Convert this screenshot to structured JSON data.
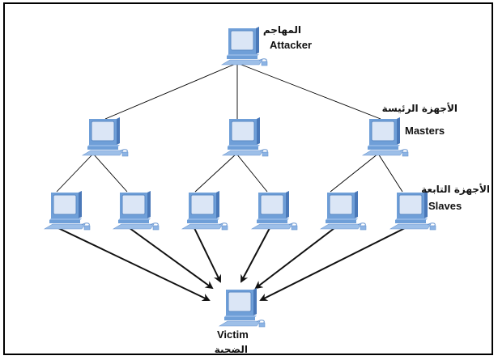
{
  "diagram": {
    "title": "DDoS attack hierarchy",
    "nodes": {
      "attacker": {
        "label_en": "Attacker",
        "label_ar": "المهاجم"
      },
      "masters": {
        "label_en": "Masters",
        "label_ar": "الأجهزة الرئيسة",
        "count": 3
      },
      "slaves": {
        "label_en": "Slaves",
        "label_ar": "الأجهزة التابعة",
        "count": 6
      },
      "victim": {
        "label_en": "Victim",
        "label_ar": "الضحية"
      }
    },
    "edges": [
      {
        "from": "attacker",
        "to": "master-1",
        "style": "line"
      },
      {
        "from": "attacker",
        "to": "master-2",
        "style": "line"
      },
      {
        "from": "attacker",
        "to": "master-3",
        "style": "line"
      },
      {
        "from": "master-1",
        "to": "slave-1",
        "style": "line"
      },
      {
        "from": "master-1",
        "to": "slave-2",
        "style": "line"
      },
      {
        "from": "master-2",
        "to": "slave-3",
        "style": "line"
      },
      {
        "from": "master-2",
        "to": "slave-4",
        "style": "line"
      },
      {
        "from": "master-3",
        "to": "slave-5",
        "style": "line"
      },
      {
        "from": "master-3",
        "to": "slave-6",
        "style": "line"
      },
      {
        "from": "slave-1",
        "to": "victim",
        "style": "arrow"
      },
      {
        "from": "slave-2",
        "to": "victim",
        "style": "arrow"
      },
      {
        "from": "slave-3",
        "to": "victim",
        "style": "arrow"
      },
      {
        "from": "slave-4",
        "to": "victim",
        "style": "arrow"
      },
      {
        "from": "slave-5",
        "to": "victim",
        "style": "arrow"
      },
      {
        "from": "slave-6",
        "to": "victim",
        "style": "arrow"
      }
    ],
    "colors": {
      "monitor_body": "#6f9fd8",
      "monitor_screen": "#dbe6f6",
      "monitor_dark": "#4a78b8",
      "line": "#000000"
    }
  }
}
